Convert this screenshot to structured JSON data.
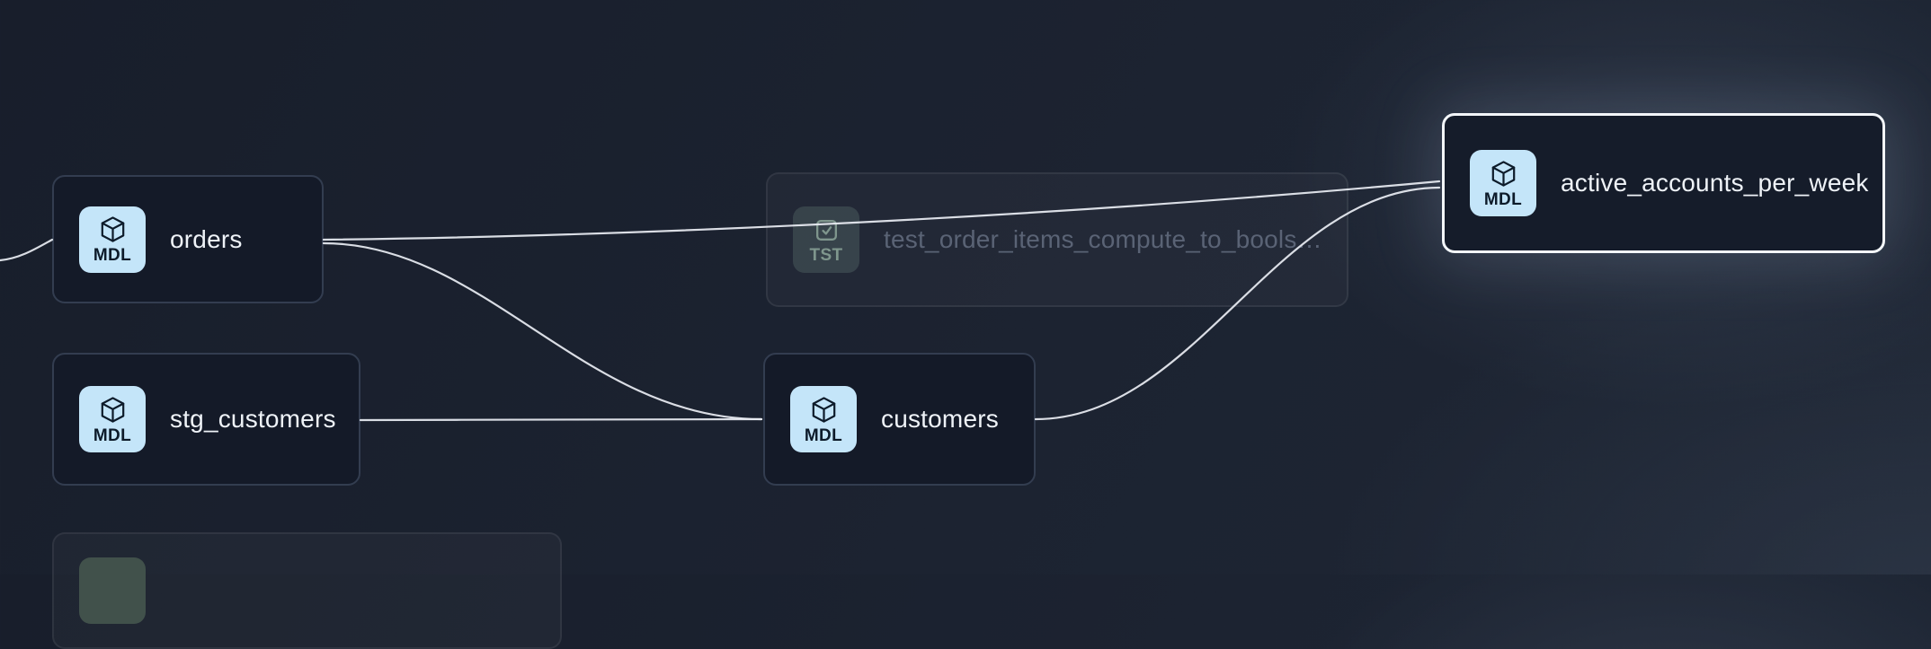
{
  "nodes": [
    {
      "id": "orders",
      "label": "orders",
      "badge": "MDL",
      "state": "default"
    },
    {
      "id": "stg_customers",
      "label": "stg_customers",
      "badge": "MDL",
      "state": "default"
    },
    {
      "id": "customers",
      "label": "customers",
      "badge": "MDL",
      "state": "default"
    },
    {
      "id": "test_order_items",
      "label": "test_order_items_compute_to_bools…",
      "badge": "TST",
      "state": "faded"
    },
    {
      "id": "active_accounts_per_week",
      "label": "active_accounts_per_week",
      "badge": "MDL",
      "state": "selected"
    },
    {
      "id": "partial_bottom",
      "label": "",
      "badge": "",
      "state": "faded-cropped"
    }
  ],
  "edges": [
    {
      "from": "offscreen-left",
      "to": "orders"
    },
    {
      "from": "orders",
      "to": "active_accounts_per_week"
    },
    {
      "from": "orders",
      "to": "customers"
    },
    {
      "from": "stg_customers",
      "to": "customers"
    },
    {
      "from": "customers",
      "to": "active_accounts_per_week"
    }
  ],
  "colors": {
    "background": "#1c2331",
    "node_background": "#141a28",
    "node_border": "#333d50",
    "selected_border": "#f3f6fa",
    "model_badge_background": "#c4e5f9",
    "model_badge_text": "#0d1b2a",
    "test_badge_text": "#7f968d",
    "edge": "#e8ecf2",
    "faded_label_text": "#5a6375"
  }
}
